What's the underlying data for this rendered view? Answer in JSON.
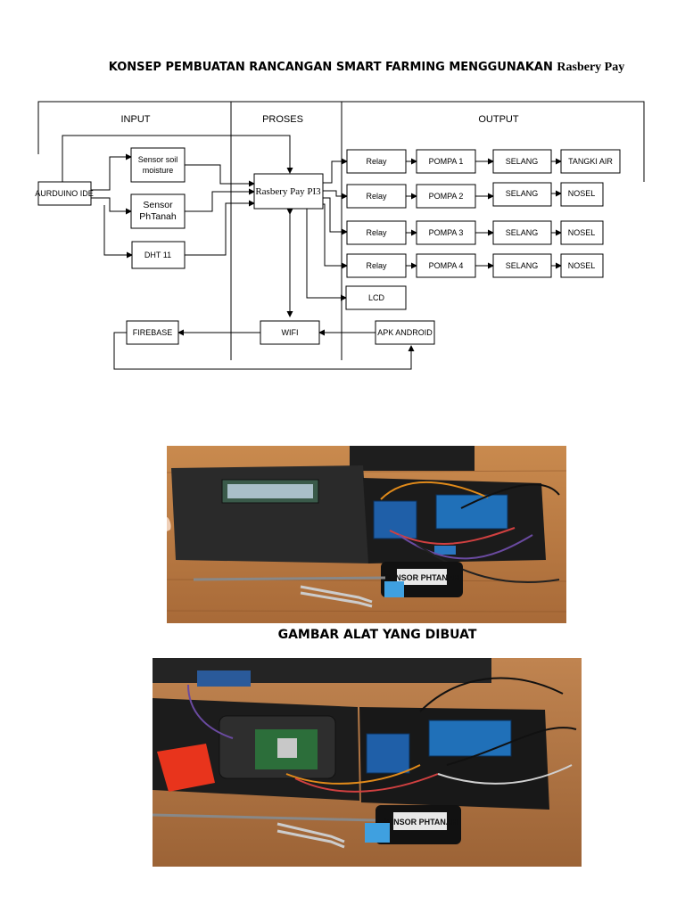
{
  "title": {
    "main": "KONSEP PEMBUATAN RANCANGAN SMART FARMING MENGGUNAKAN",
    "tail": "Rasbery Pay"
  },
  "diagram": {
    "sections": {
      "input": "INPUT",
      "proses": "PROSES",
      "output": "OUTPUT"
    },
    "arduino": "AURDUINO IDE",
    "soil": [
      "Sensor soil",
      "moisture"
    ],
    "ph": [
      "Sensor",
      "PhTanah"
    ],
    "dht": "DHT 11",
    "rpi": "Rasbery Pay PI3",
    "relays": [
      "Relay",
      "Relay",
      "Relay",
      "Relay"
    ],
    "pumps": [
      "POMPA 1",
      "POMPA 2",
      "POMPA 3",
      "POMPA 4"
    ],
    "hoses": [
      "SELANG",
      "SELANG",
      "SELANG",
      "SELANG"
    ],
    "ends": [
      "TANGKI AIR",
      "NOSEL",
      "NOSEL",
      "NOSEL"
    ],
    "lcd": "LCD",
    "wifi": "WIFI",
    "firebase": "FIREBASE",
    "apk": "APK ANDROID"
  },
  "photos": {
    "top": {
      "sensor_label": "SENSOR PHTANAH"
    },
    "bottom": {
      "sensor_label": "SENSOR PHTANAH"
    }
  },
  "caption": "GAMBAR ALAT YANG DIBUAT"
}
